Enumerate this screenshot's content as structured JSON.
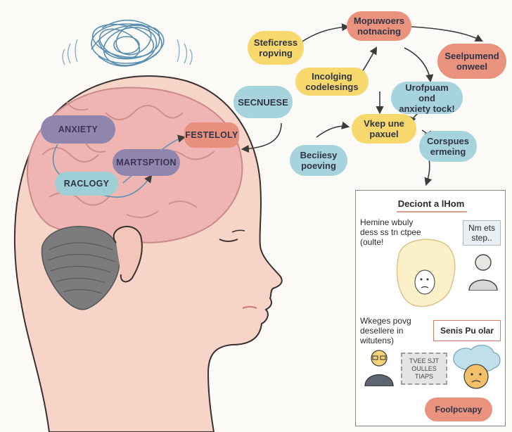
{
  "brain_labels": {
    "anxiety": "ANXIETY",
    "martsption": "MARTSPTION",
    "raclogy": "RACLOGY",
    "festeloly": "FESTELOLY"
  },
  "flow_nodes": {
    "mopuwoers": "Mopuwoers\nnotnacing",
    "steficress": "Steficress\nropving",
    "seelpumend": "Seelpumend\nonweel",
    "incolging": "Incolging\ncodelesings",
    "secnuese": "SECNUESE",
    "urofpuam": "Urofpuam ond\nanxiety tock!",
    "vkep": "Vkep une\npaxuel",
    "beciiesy": "Beciiesy\npoeving",
    "corspues": "Corspues\nermeing"
  },
  "panel": {
    "title": "Deciont a lHom",
    "para1": "Hemine wbuly\ndess ss tn ctpee\n(oulte!",
    "note1": "Nm ets\nstep..",
    "para2": "Wkeges povg\ndesellere in\nwitutens)",
    "action": "Senis Pu olar",
    "board": "TVEE SJT\nOULLES\nTIAPS",
    "bottom": "Foolpcvapy"
  },
  "colors": {
    "yellow": "#f6d86c",
    "teal": "#a7d3dc",
    "salmon": "#e9937f",
    "purple": "#8f85ad",
    "skin": "#f6d4c8",
    "brain": "#efb5b3"
  }
}
